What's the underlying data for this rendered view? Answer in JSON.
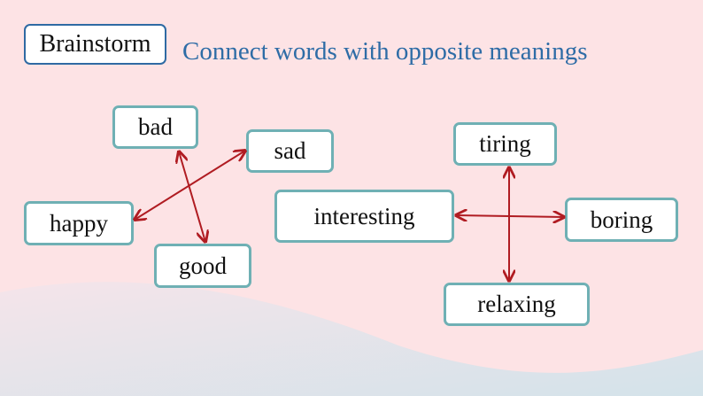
{
  "header": {
    "badge": "Brainstorm",
    "instruction": "Connect words with opposite meanings"
  },
  "words": {
    "bad": "bad",
    "sad": "sad",
    "happy": "happy",
    "good": "good",
    "tiring": "tiring",
    "interesting": "interesting",
    "boring": "boring",
    "relaxing": "relaxing"
  },
  "colors": {
    "arrow": "#b01c22",
    "box_border": "#6fb0b4",
    "title": "#2e6ca6"
  }
}
